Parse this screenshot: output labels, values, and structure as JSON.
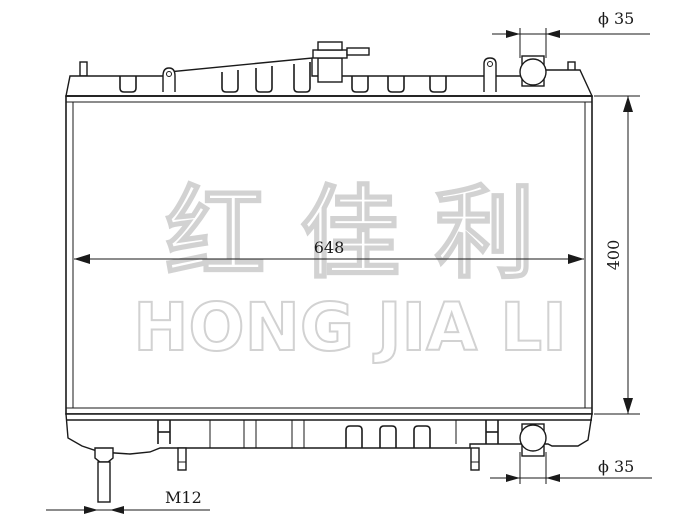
{
  "watermark": {
    "chinese": "红 佳 利",
    "english": "HONG JIA LI"
  },
  "dimensions": {
    "width_label": "648",
    "height_label": "400",
    "top_pipe_label": "ϕ 35",
    "bottom_pipe_label": "ϕ 35",
    "drain_label": "M12"
  },
  "colors": {
    "line": "#1a1a1a",
    "watermark_outline": "#d2d2d2",
    "background": "#ffffff"
  }
}
